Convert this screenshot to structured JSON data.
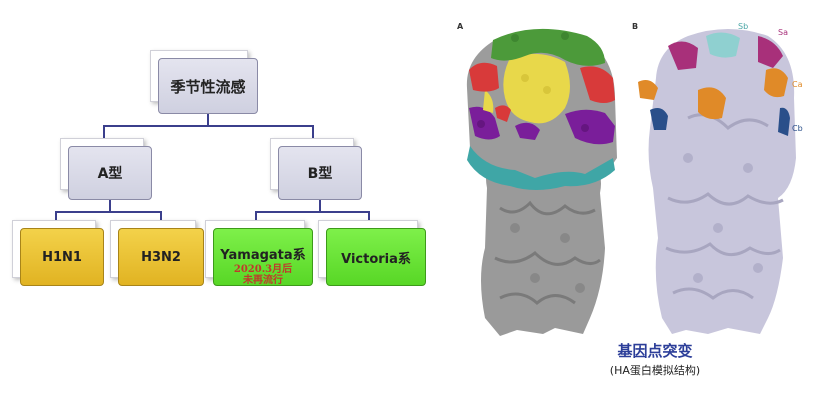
{
  "tree": {
    "root": "季节性流感",
    "type_a": "A型",
    "type_b": "B型",
    "h1n1": "H1N1",
    "h3n2": "H3N2",
    "yamagata": "Yamagata系",
    "victoria": "Victoria系",
    "yamagata_note_line1": "2020.3月后",
    "yamagata_note_line2": "未再流行"
  },
  "figure": {
    "panel_a_letter": "A",
    "panel_b_letter": "B",
    "labels": {
      "sb": "Sb",
      "sa": "Sa",
      "ca": "Ca",
      "cb": "Cb"
    },
    "colors": {
      "green": "#4c9a3a",
      "red": "#d83a3a",
      "yellow": "#e8d84a",
      "purple": "#7a1e9a",
      "teal": "#3fa6a6",
      "gray": "#9a9a9a",
      "lavender": "#c8c6dc",
      "magenta": "#a8307a",
      "orange": "#e08a28",
      "navy": "#2a4f8a",
      "cyan": "#8fd0d0"
    }
  },
  "caption": {
    "title": "基因点突变",
    "subtitle": "(HA蛋白模拟结构)"
  },
  "colors": {
    "connector": "#3b3f8c",
    "note_text": "#c0392b",
    "caption_title": "#2c3e99"
  }
}
